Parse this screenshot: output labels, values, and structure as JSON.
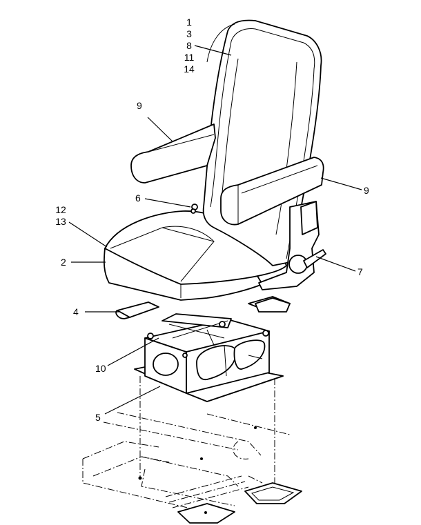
{
  "diagram": {
    "callouts": {
      "top_stack": [
        "1",
        "3",
        "8",
        "11",
        "14"
      ],
      "left_stack": [
        "12",
        "13"
      ],
      "armrest_left": "9",
      "armrest_right": "9",
      "recline_knob": "6",
      "seat_cushion": "2",
      "handle_lever": "7",
      "fore_aft_lever": "4",
      "suspension": "10",
      "base_riser": "5"
    }
  }
}
